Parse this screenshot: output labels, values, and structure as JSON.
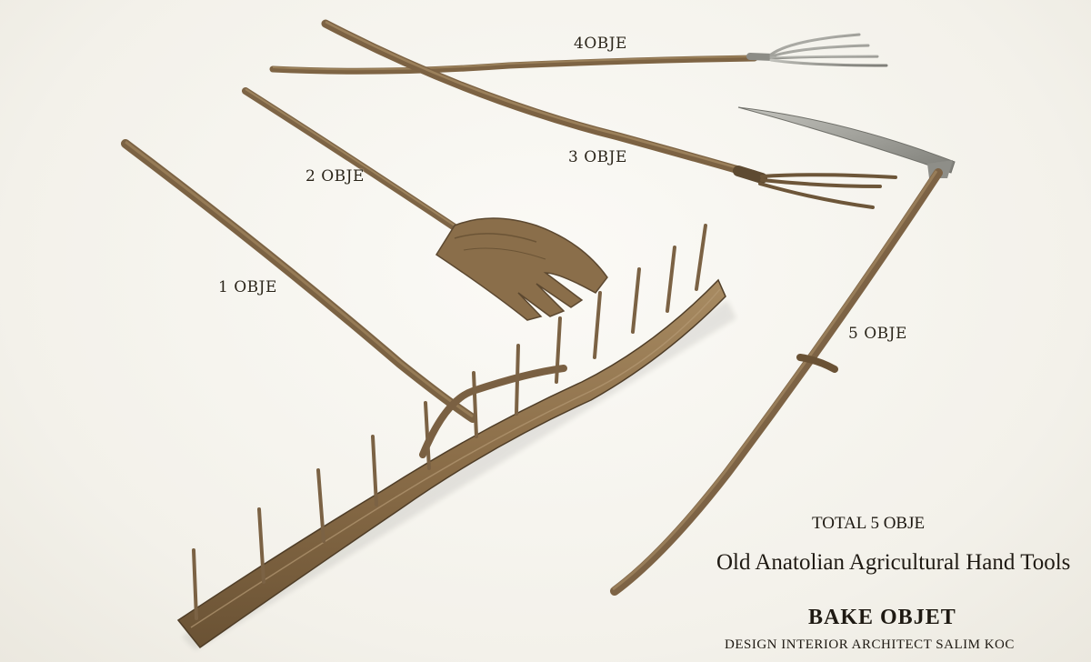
{
  "labels": {
    "obje1": "1 OBJE",
    "obje2": "2 OBJE",
    "obje3": "3 OBJE",
    "obje4": "4OBJE",
    "obje5": "5 OBJE"
  },
  "caption": {
    "total": "TOTAL 5 OBJE",
    "title": "Old Anatolian Agricultural Hand Tools",
    "brand": "BAKE OBJET",
    "credit": "DESIGN INTERIOR ARCHITECT SALIM KOC"
  },
  "colors": {
    "wood": "#8a6f4b",
    "wood_dark": "#5f4a30",
    "wood_light": "#a78a61",
    "metal": "#9a9a94",
    "background": "#f6f4ee"
  }
}
